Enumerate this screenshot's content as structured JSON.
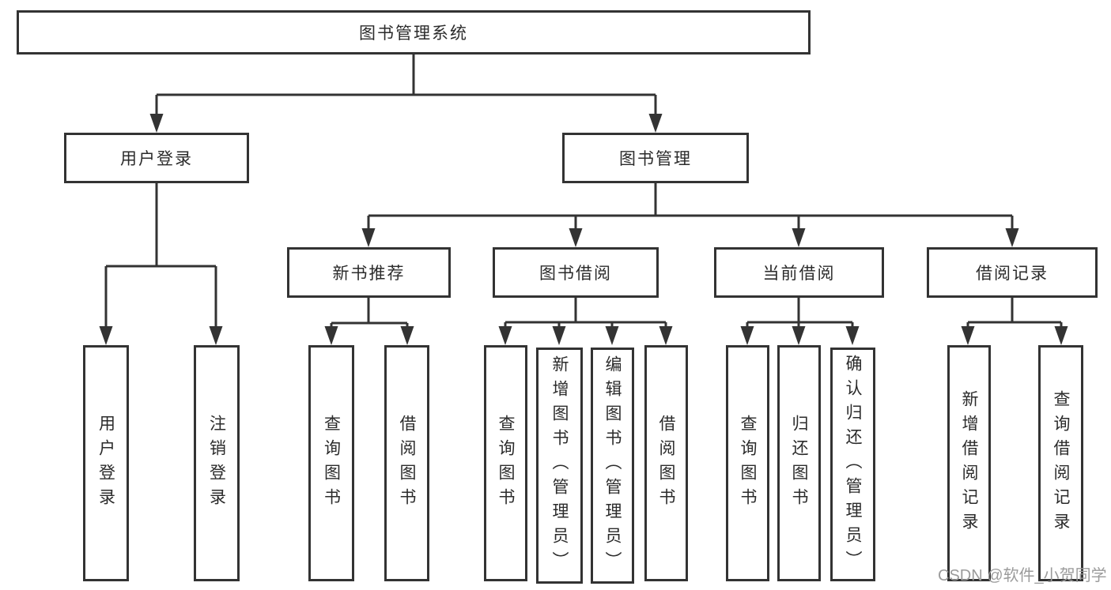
{
  "tree": {
    "label": "图书管理系统",
    "children": [
      {
        "label": "用户登录",
        "children": [
          {
            "label": "用户登录"
          },
          {
            "label": "注销登录"
          }
        ]
      },
      {
        "label": "图书管理",
        "children": [
          {
            "label": "新书推荐",
            "children": [
              {
                "label": "查询图书"
              },
              {
                "label": "借阅图书"
              }
            ]
          },
          {
            "label": "图书借阅",
            "children": [
              {
                "label": "查询图书"
              },
              {
                "label": "新增图书（管理员）"
              },
              {
                "label": "编辑图书（管理员）"
              },
              {
                "label": "借阅图书"
              }
            ]
          },
          {
            "label": "当前借阅",
            "children": [
              {
                "label": "查询图书"
              },
              {
                "label": "归还图书"
              },
              {
                "label": "确认归还（管理员）"
              }
            ]
          },
          {
            "label": "借阅记录",
            "children": [
              {
                "label": "新增借阅记录"
              },
              {
                "label": "查询借阅记录"
              }
            ]
          }
        ]
      }
    ]
  },
  "watermark": {
    "text": "CSDN @软件_小贺同学"
  },
  "colors": {
    "line": "#333333",
    "text": "#2b2b2b",
    "watermark": "#9b9b9b",
    "background": "#ffffff"
  }
}
